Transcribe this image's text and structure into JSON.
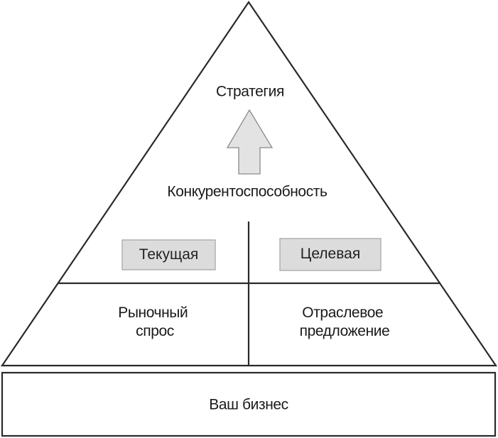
{
  "pyramid": {
    "top_label": "Стратегия",
    "middle_label": "Конкурентоспособность",
    "left_box_label": "Текущая",
    "right_box_label": "Целевая",
    "left_base_label": [
      "Рыночный",
      "спрос"
    ],
    "right_base_label": [
      "Отраслевое",
      "предложение"
    ]
  },
  "foundation": {
    "label": "Ваш бизнес"
  },
  "arrow": {
    "direction": "up"
  },
  "colors": {
    "line": "#2a2a2a",
    "arrow_fill": "#e3e3e3",
    "arrow_stroke": "#8a8a8a",
    "box_fill": "#dcdcdc",
    "box_stroke": "#a8a8a8"
  }
}
